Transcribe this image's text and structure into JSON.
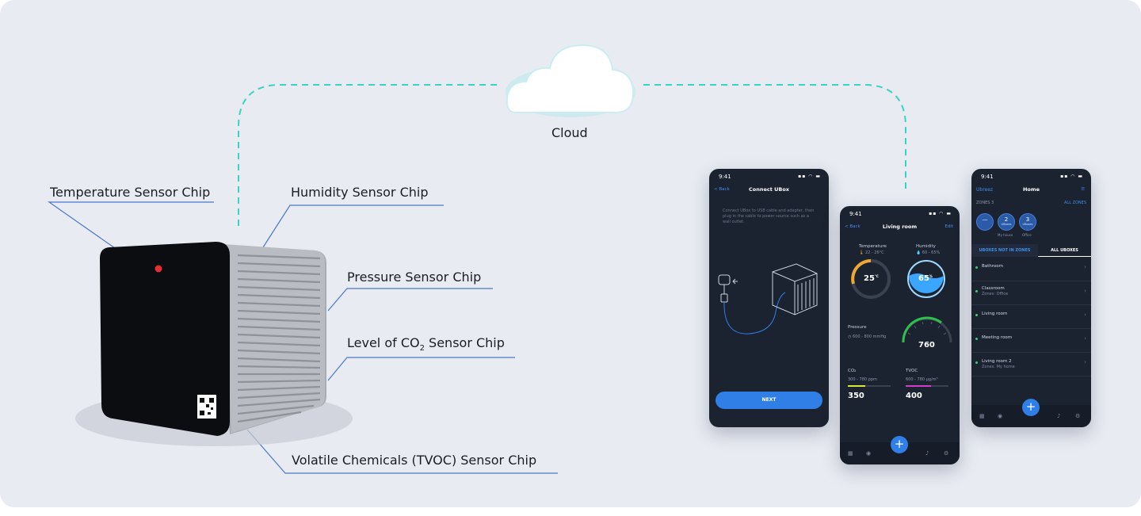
{
  "diagram": {
    "cloud_label": "Cloud",
    "sensor_labels": {
      "temperature": "Temperature Sensor Chip",
      "humidity": "Humidity Sensor Chip",
      "pressure": "Pressure Sensor Chip",
      "co2_prefix": "Level of CO",
      "co2_sub": "2",
      "co2_suffix": " Sensor Chip",
      "tvoc": "Volatile Chemicals (TVOC) Sensor Chip"
    },
    "colors": {
      "background": "#e8ebf2",
      "connector": "#39d3c4",
      "leader_line": "#4a78c9",
      "phone_bg": "#1b2230",
      "accent": "#2f7fe6"
    }
  },
  "phone_connect": {
    "time": "9:41",
    "back": "< Back",
    "title": "Connect UBox",
    "instructions": "Connect UBox to USB cable and adapter, then plug in the cable to power source such as a wall outlet.",
    "next_button": "NEXT"
  },
  "phone_living": {
    "time": "9:41",
    "back": "< Back",
    "title": "Living room",
    "edit": "Edit",
    "temperature_label": "Temperature",
    "temperature_range": "22 - 26°C",
    "temperature_value": "25",
    "temperature_unit": "°C",
    "humidity_label": "Humidity",
    "humidity_range": "60 - 65%",
    "humidity_value": "65",
    "humidity_unit": "%",
    "pressure_label": "Pressure",
    "pressure_range": "600 - 800 mmHg",
    "pressure_value": "760",
    "co2_label": "CO₂",
    "co2_range": "300 - 780 ppm",
    "co2_value": "350",
    "tvoc_label": "TVOC",
    "tvoc_range": "600 - 780 µg/m³",
    "tvoc_value": "400",
    "fab": "+"
  },
  "phone_home": {
    "time": "9:41",
    "brand": "Ubreez",
    "title": "Home",
    "zones_label": "ZONES 3",
    "all_zones": "ALL ZONES",
    "zone_bubbles": [
      {
        "count": "—",
        "sub": ""
      },
      {
        "count": "2",
        "sub": "UBoxes"
      },
      {
        "count": "3",
        "sub": "UBoxes"
      }
    ],
    "zone_names": [
      "My house",
      "Office"
    ],
    "tab_not_in_zones": "UBOXES NOT IN ZONES",
    "tab_all": "ALL UBOXES",
    "rows": [
      {
        "name": "Bathroom",
        "sub": ""
      },
      {
        "name": "Classroom",
        "sub": "Zones: Office"
      },
      {
        "name": "Living room",
        "sub": ""
      },
      {
        "name": "Meeting room",
        "sub": ""
      },
      {
        "name": "Living room 2",
        "sub": "Zones: My home"
      }
    ],
    "fab": "+"
  }
}
